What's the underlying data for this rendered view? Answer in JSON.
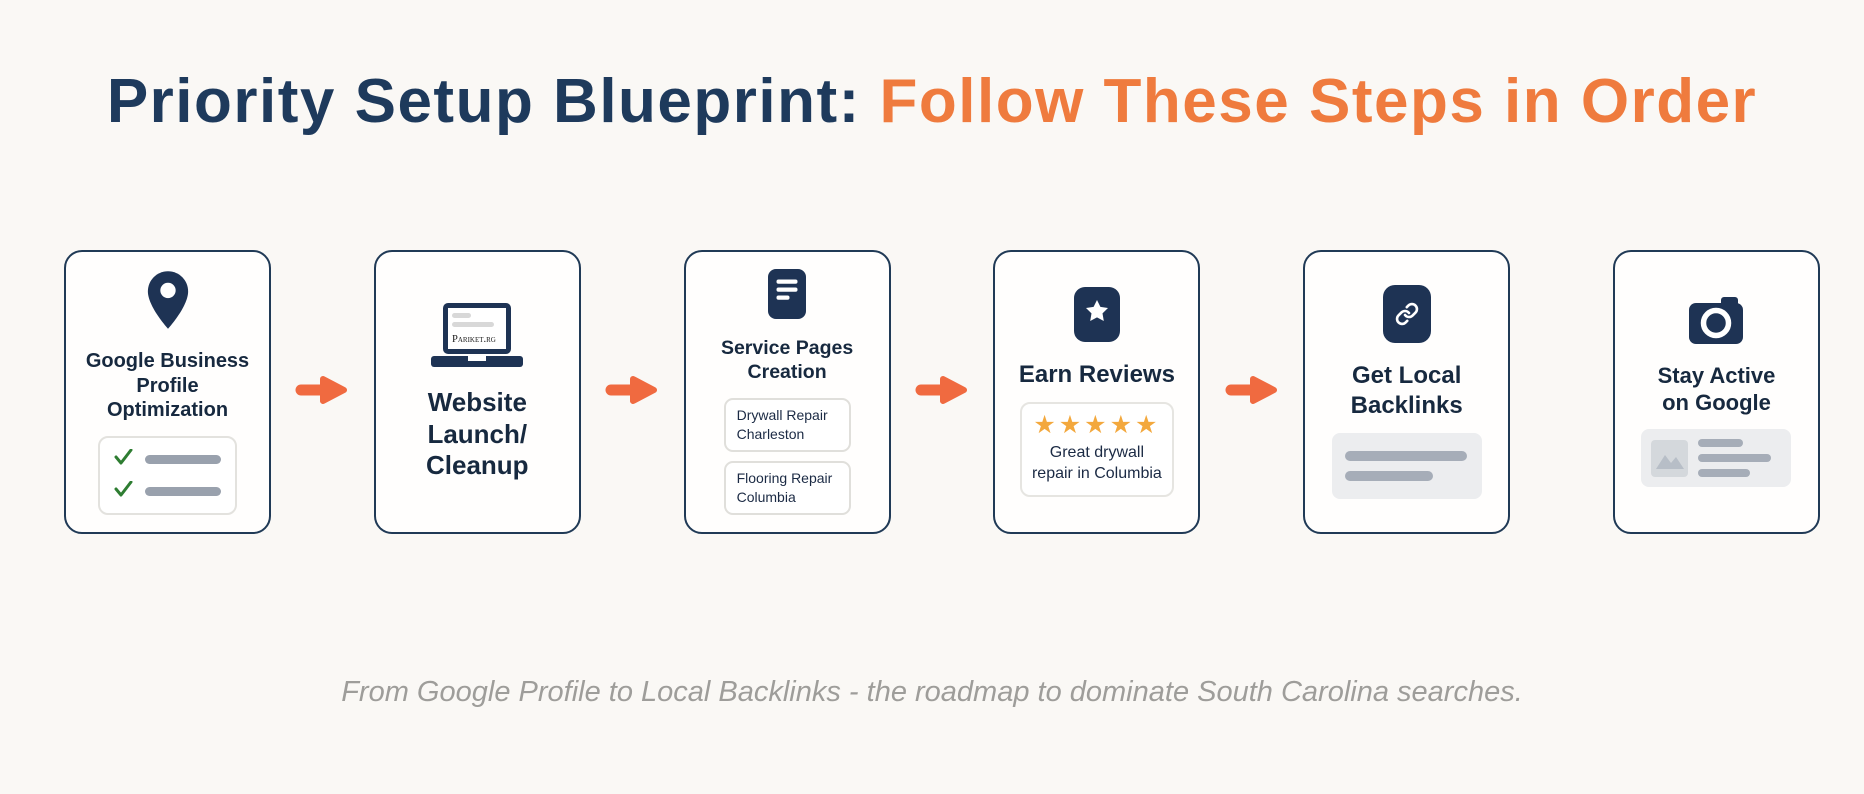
{
  "title": {
    "dark": "Priority Setup Blueprint:",
    "accent": "Follow These Steps in Order"
  },
  "caption": "From Google Profile to Local Backlinks - the roadmap to dominate South Carolina searches.",
  "colors": {
    "navy": "#1e3a5c",
    "title_accent_orange": "#ef7b3e",
    "arrow_orange": "#f06a40",
    "star_gold": "#f3a83d",
    "background": "#faf8f5"
  },
  "cards": [
    {
      "icon": "map-pin-icon",
      "title": "Google Business Profile Optimization"
    },
    {
      "icon": "laptop-icon",
      "title": "Website Launch/ Cleanup",
      "screen_text": "Pariket.rg"
    },
    {
      "icon": "document-icon",
      "title": "Service Pages Creation",
      "pages": [
        "Drywall Repair Charleston",
        "Flooring Repair Columbia"
      ]
    },
    {
      "icon": "star-badge-icon",
      "title": "Earn Reviews",
      "review": {
        "stars": "★★★★★",
        "text": "Great drywall repair in Columbia"
      }
    },
    {
      "icon": "link-icon",
      "title": "Get Local Backlinks"
    },
    {
      "icon": "camera-icon",
      "title": "Stay Active on Google"
    }
  ]
}
